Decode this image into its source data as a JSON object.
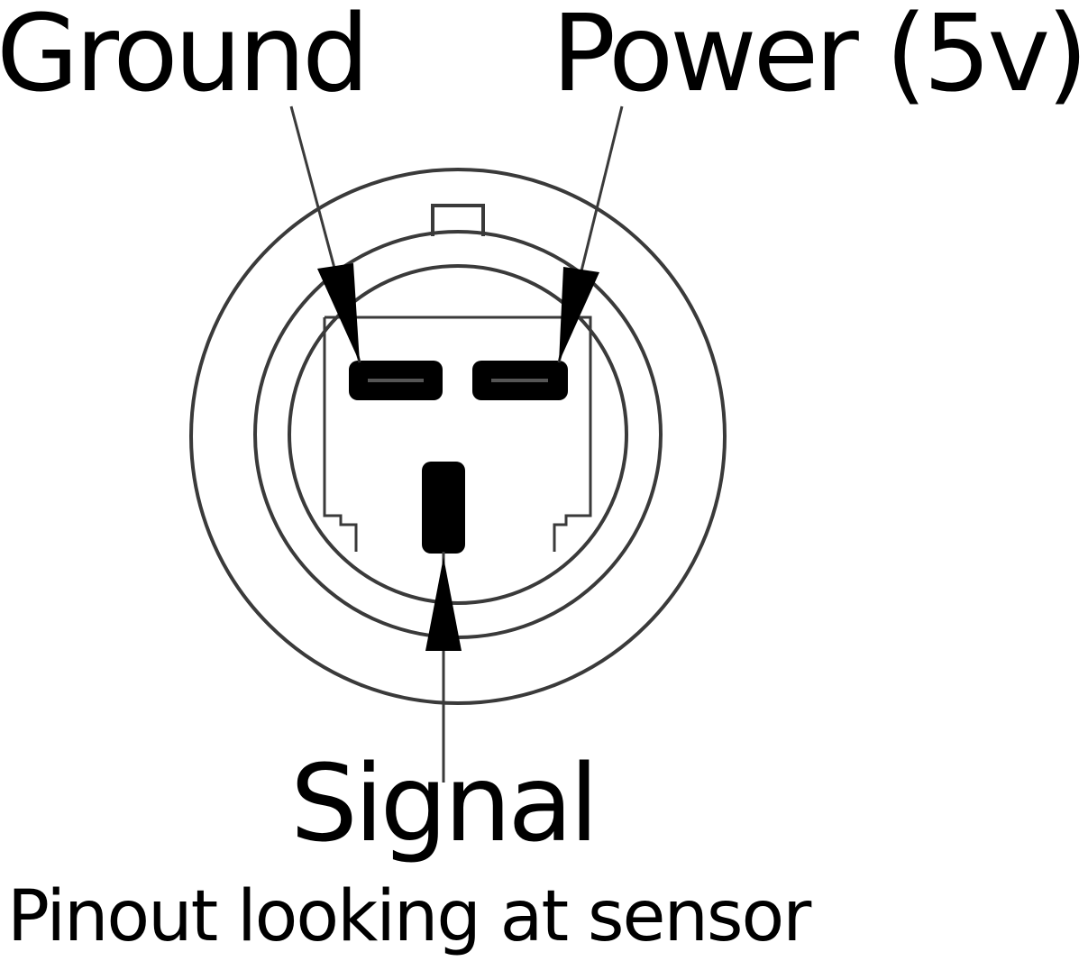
{
  "labels": {
    "ground": "Ground",
    "power": "Power (5v)",
    "signal": "Signal",
    "caption": "Pinout looking at sensor"
  },
  "colors": {
    "ink": "#000000",
    "outline": "#3a3a3a",
    "pin_highlight": "#555555",
    "background": "#ffffff"
  }
}
